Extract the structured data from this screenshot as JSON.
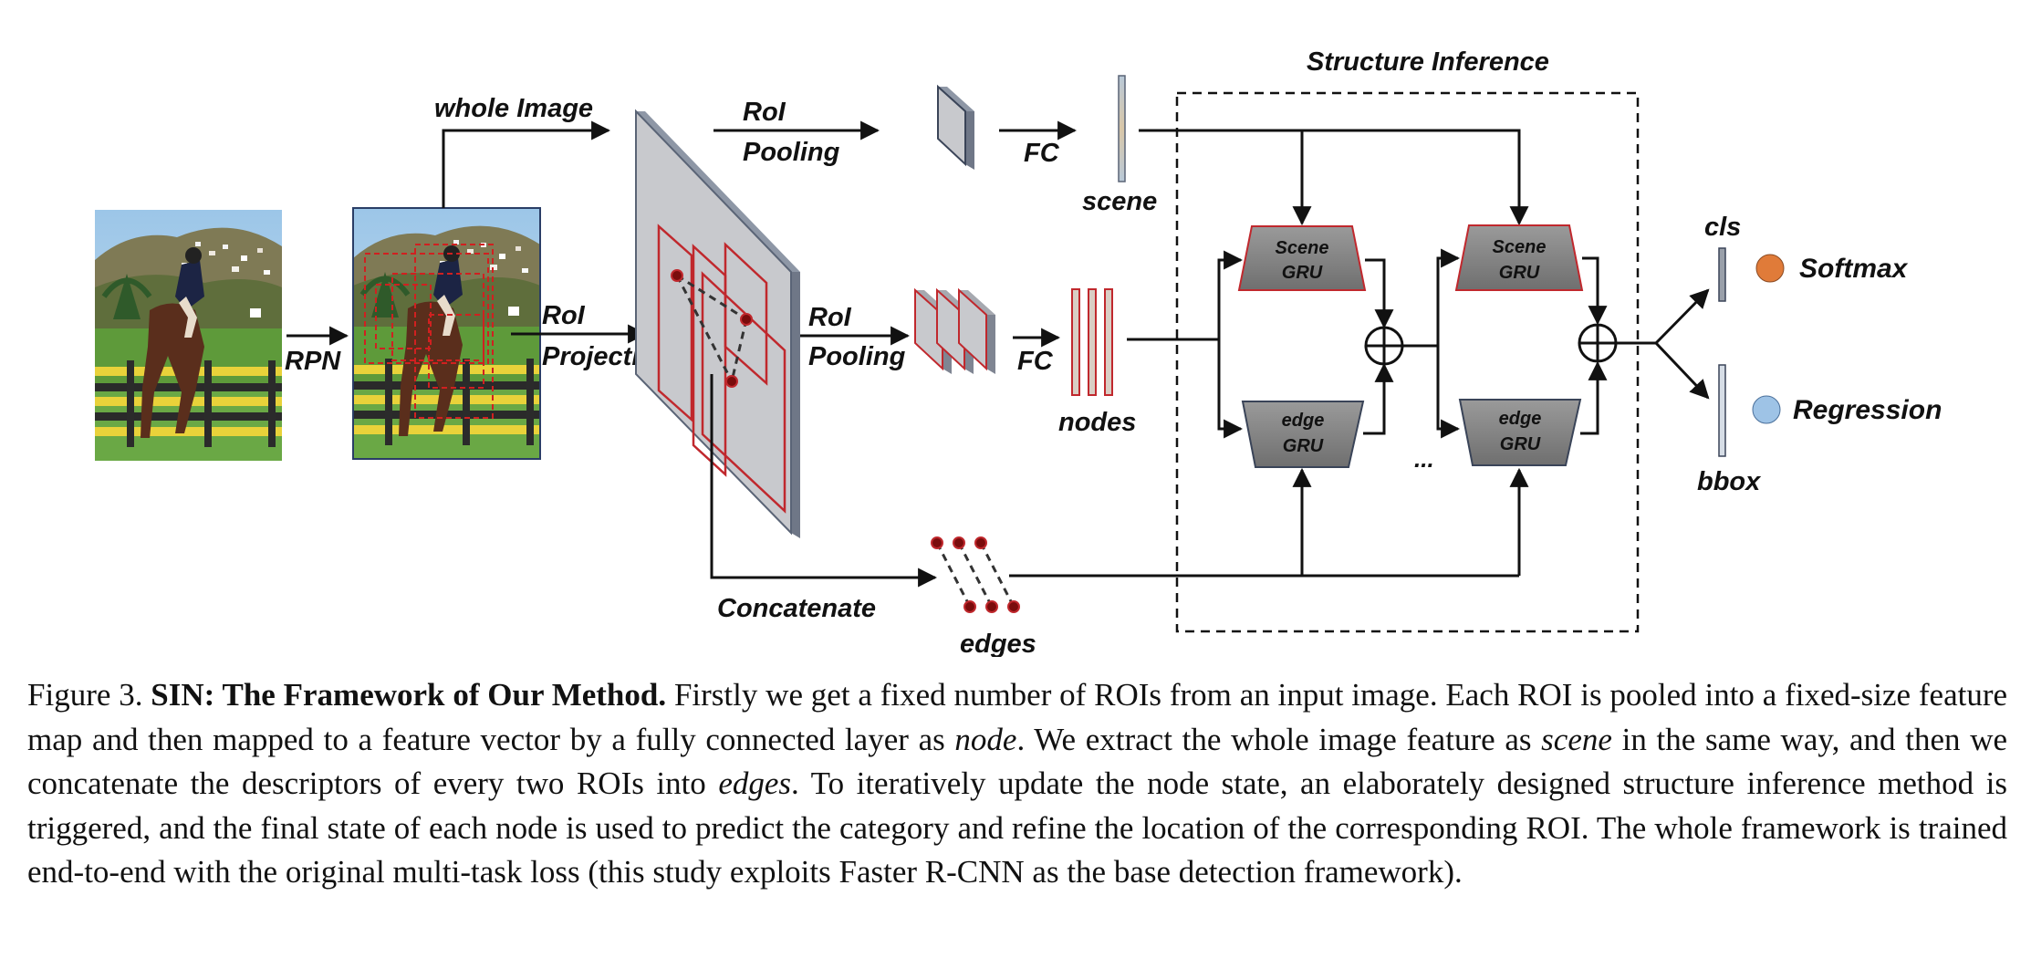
{
  "figure": {
    "labels": {
      "whole_image": "whole Image",
      "rpn": "RPN",
      "roi_projection_1": "RoI",
      "roi_projection_2": "Projection",
      "roi_pooling_top_1": "RoI",
      "roi_pooling_top_2": "Pooling",
      "roi_pooling_mid_1": "RoI",
      "roi_pooling_mid_2": "Pooling",
      "fc_top": "FC",
      "fc_mid": "FC",
      "scene": "scene",
      "nodes": "nodes",
      "edges": "edges",
      "concatenate": "Concatenate",
      "structure_inference": "Structure Inference",
      "ellipsis": "...",
      "cls": "cls",
      "bbox": "bbox",
      "softmax": "Softmax",
      "regression": "Regression"
    },
    "gru": {
      "scene_1_line1": "Scene",
      "scene_1_line2": "GRU",
      "scene_2_line1": "Scene",
      "scene_2_line2": "GRU",
      "edge_1_line1": "edge",
      "edge_1_line2": "GRU",
      "edge_2_line1": "edge",
      "edge_2_line2": "GRU"
    },
    "colors": {
      "softmax_dot": "#e07b39",
      "regression_dot": "#9ec3e6",
      "roi_box_red": "#c0282d",
      "feature_map_fill": "#c8c9cd",
      "gru_fill": "#8c8c8c"
    },
    "icons": {
      "input_image": "horse-rider-photo",
      "rpn_image": "horse-rider-photo-with-proposals",
      "sum_node": "circle-plus"
    }
  },
  "caption": {
    "figure_no": "Figure 3.",
    "title": "SIN: The Framework of Our Method.",
    "part1": " Firstly we get a fixed number of ROIs from an input image. Each ROI is pooled into a fixed-size feature map and then mapped to a feature vector by a fully connected layer as ",
    "em_node": "node",
    "part2": ". We extract the whole image feature as ",
    "em_scene": "scene",
    "part3": " in the same way, and then we concatenate the descriptors of every two ROIs into ",
    "em_edges": "edges",
    "part4": ". To iteratively update the node state, an elaborately designed structure inference method is triggered, and the final state of each node is used to predict the category and refine the location of the corresponding ROI. The whole framework is trained end-to-end with the original multi-task loss (this study exploits Faster R-CNN as the base detection framework)."
  }
}
